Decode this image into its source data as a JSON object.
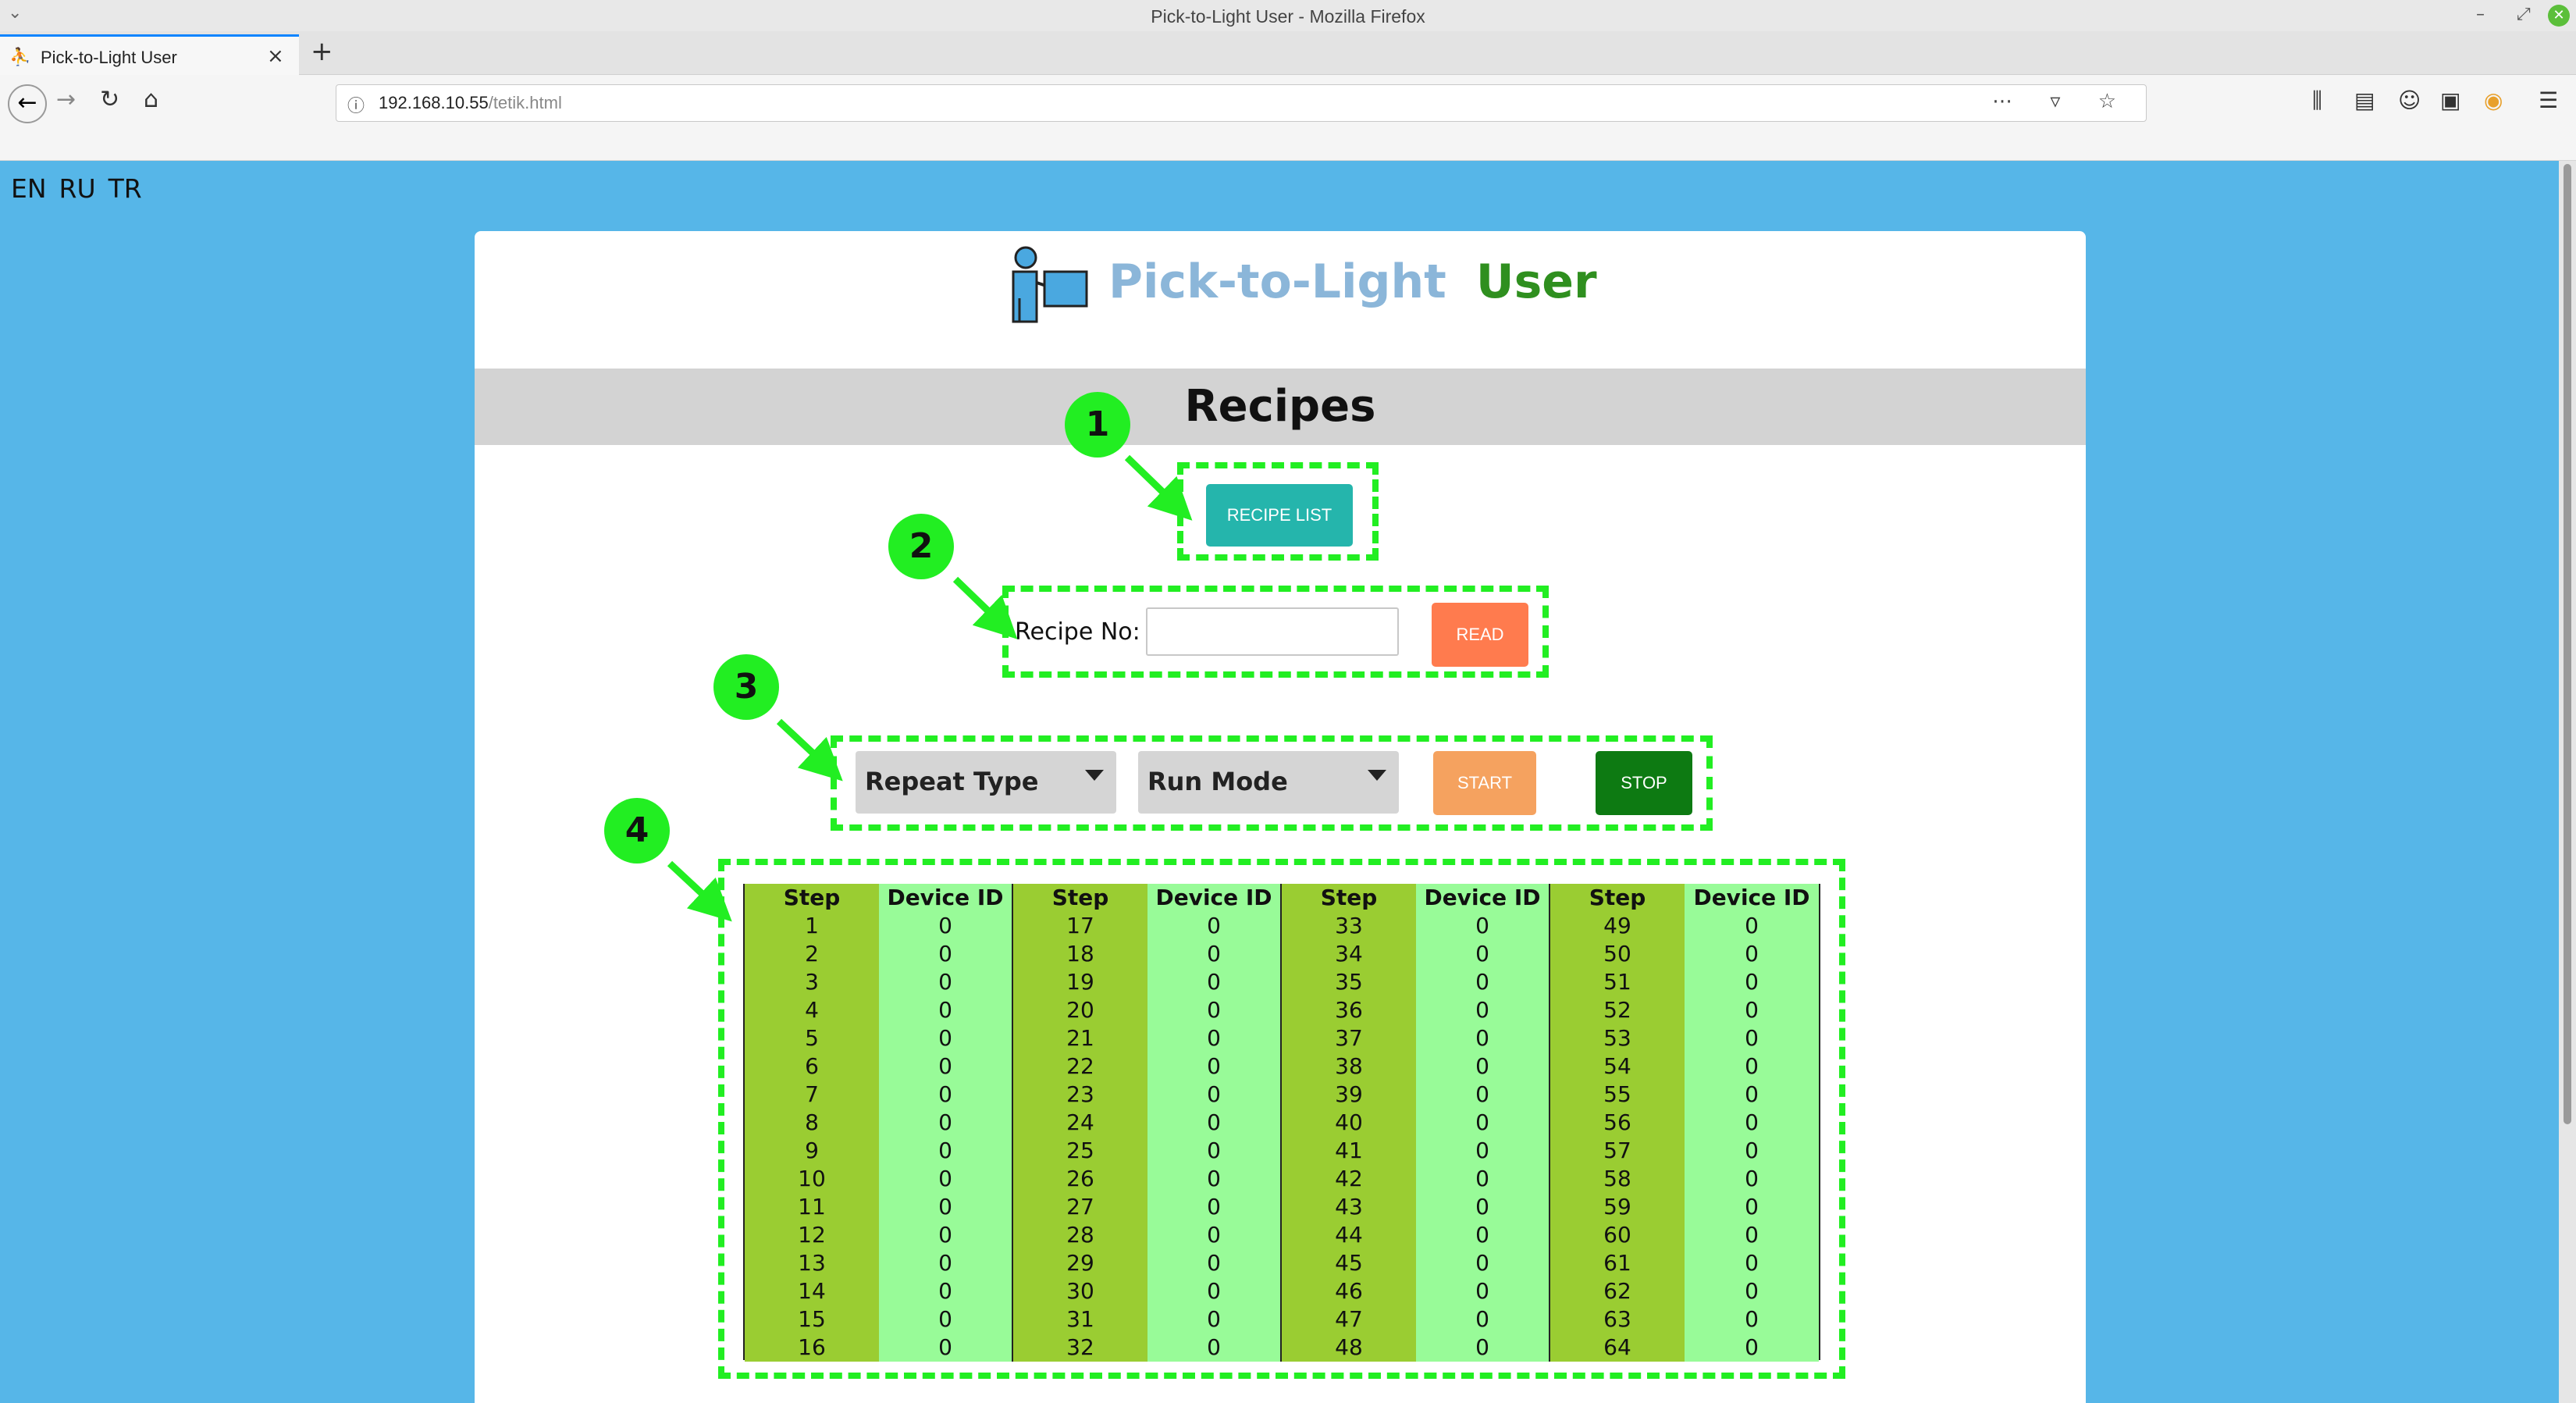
{
  "window": {
    "title": "Pick-to-Light User - Mozilla Firefox"
  },
  "tab": {
    "label": "Pick-to-Light User"
  },
  "url": {
    "host": "192.168.10.55",
    "path": "/tetik.html"
  },
  "languages": [
    "EN",
    "RU",
    "TR"
  ],
  "brand": {
    "part1": "Pick-to-Light",
    "part2": "User"
  },
  "section": {
    "title": "Recipes"
  },
  "controls": {
    "recipe_list_label": "RECIPE LIST",
    "recipe_no_label": "Recipe No:",
    "recipe_no_value": "",
    "read_label": "READ",
    "repeat_type_label": "Repeat Type",
    "run_mode_label": "Run Mode",
    "start_label": "START",
    "stop_label": "STOP"
  },
  "annotations": [
    "1",
    "2",
    "3",
    "4"
  ],
  "table": {
    "headers": [
      "Step",
      "Device ID",
      "Step",
      "Device ID",
      "Step",
      "Device ID",
      "Step",
      "Device ID"
    ],
    "columns": [
      [
        "1",
        "2",
        "3",
        "4",
        "5",
        "6",
        "7",
        "8",
        "9",
        "10",
        "11",
        "12",
        "13",
        "14",
        "15",
        "16"
      ],
      [
        "0",
        "0",
        "0",
        "0",
        "0",
        "0",
        "0",
        "0",
        "0",
        "0",
        "0",
        "0",
        "0",
        "0",
        "0",
        "0"
      ],
      [
        "17",
        "18",
        "19",
        "20",
        "21",
        "22",
        "23",
        "24",
        "25",
        "26",
        "27",
        "28",
        "29",
        "30",
        "31",
        "32"
      ],
      [
        "0",
        "0",
        "0",
        "0",
        "0",
        "0",
        "0",
        "0",
        "0",
        "0",
        "0",
        "0",
        "0",
        "0",
        "0",
        "0"
      ],
      [
        "33",
        "34",
        "35",
        "36",
        "37",
        "38",
        "39",
        "40",
        "41",
        "42",
        "43",
        "44",
        "45",
        "46",
        "47",
        "48"
      ],
      [
        "0",
        "0",
        "0",
        "0",
        "0",
        "0",
        "0",
        "0",
        "0",
        "0",
        "0",
        "0",
        "0",
        "0",
        "0",
        "0"
      ],
      [
        "49",
        "50",
        "51",
        "52",
        "53",
        "54",
        "55",
        "56",
        "57",
        "58",
        "59",
        "60",
        "61",
        "62",
        "63",
        "64"
      ],
      [
        "0",
        "0",
        "0",
        "0",
        "0",
        "0",
        "0",
        "0",
        "0",
        "0",
        "0",
        "0",
        "0",
        "0",
        "0",
        "0"
      ]
    ]
  },
  "colors": {
    "page_bg": "#56b6e8",
    "annotation": "#22ee22",
    "step_col": "#9acd32",
    "device_col": "#98fb98",
    "recipe_list_btn": "#25b5ac",
    "read_btn": "#ff7b4e",
    "start_btn": "#f5a25f",
    "stop_btn": "#0d7a12"
  }
}
